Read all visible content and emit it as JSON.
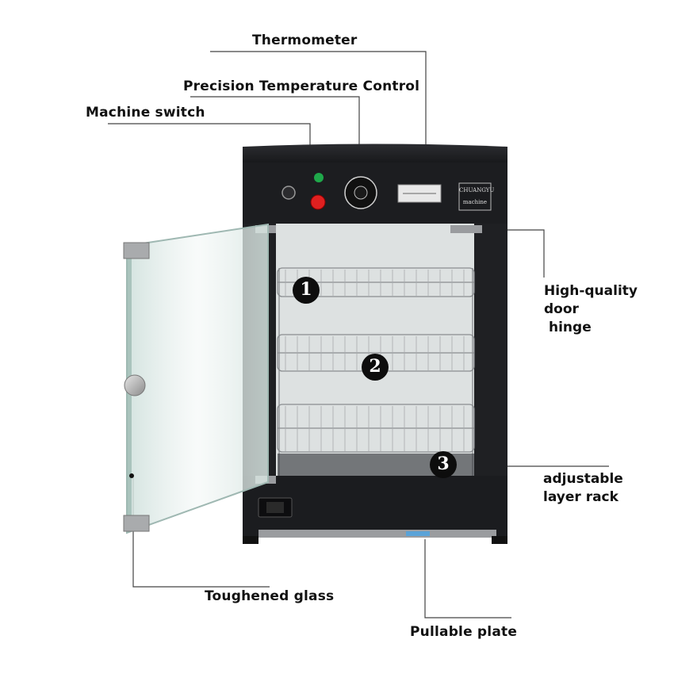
{
  "labels": {
    "thermometer": "Thermometer",
    "temp_control": "Precision Temperature Control",
    "machine_switch": "Machine switch",
    "door_hinge_line1": "High-quality door",
    "door_hinge_line2": "hinge",
    "rack_line1": "adjustable",
    "rack_line2": "layer rack",
    "glass": "Toughened glass",
    "plate": "Pullable plate"
  },
  "brand": {
    "line1": "CHUANGYU",
    "line2": "machine"
  },
  "rack_numbers": [
    "1",
    "2",
    "3"
  ],
  "colors": {
    "cabinet": "#1e1f22",
    "leader_line": "#333333",
    "switch_red": "#e02020",
    "indicator_green": "#1fa84a",
    "glass_tint": "#dfe9e6"
  }
}
